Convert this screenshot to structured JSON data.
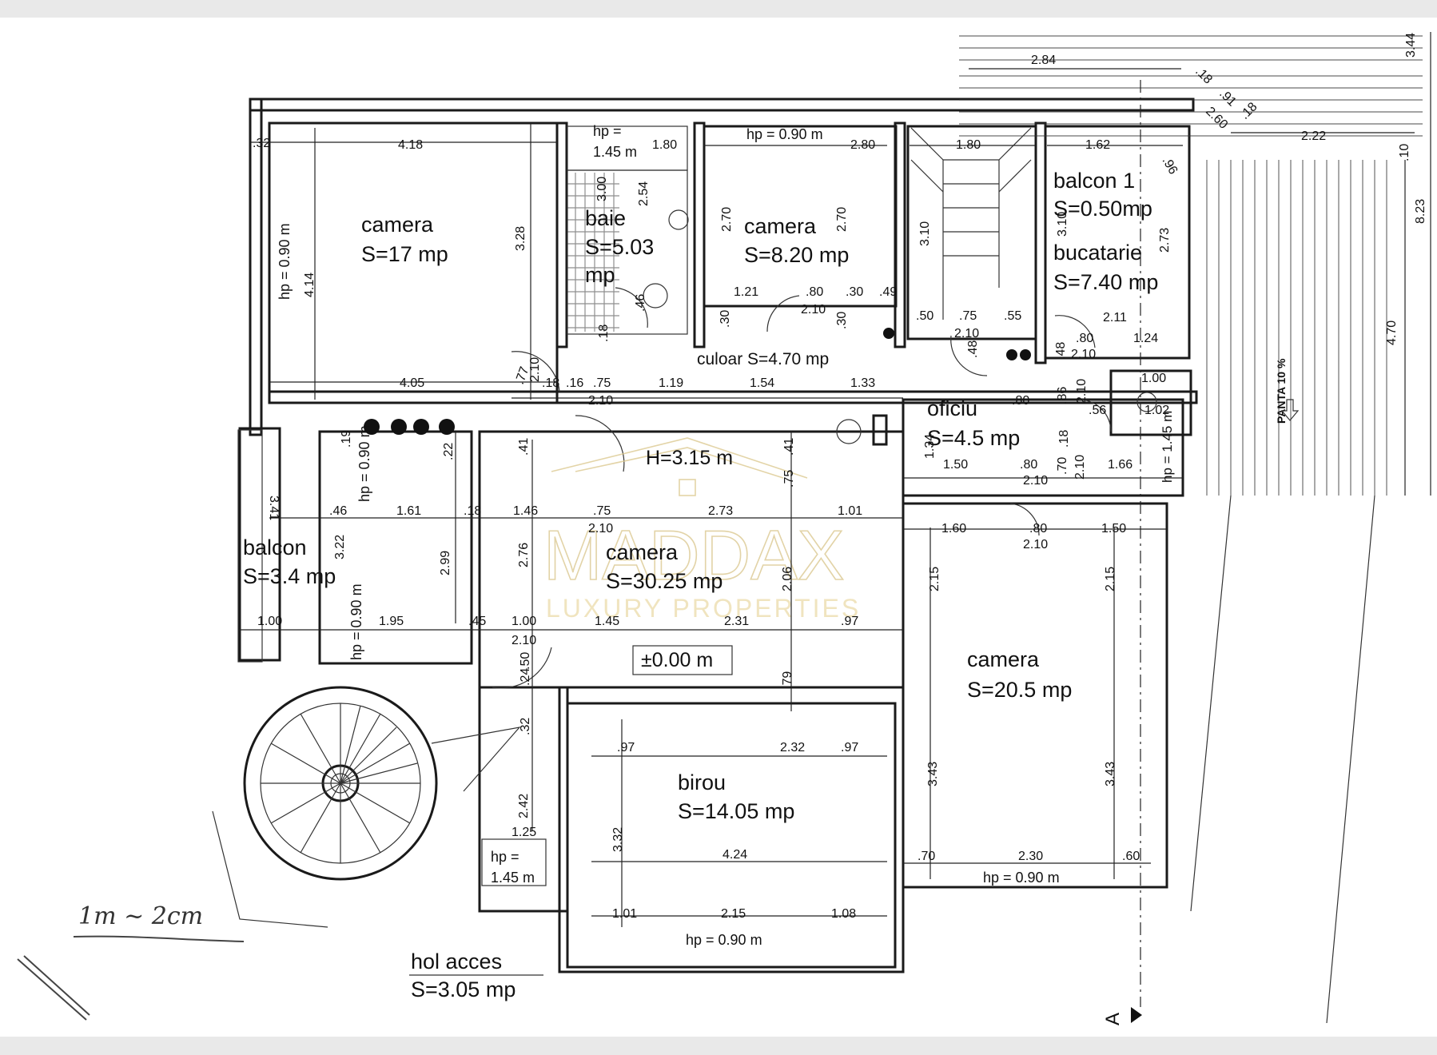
{
  "rooms": {
    "camera_1": {
      "name": "camera",
      "area": "S=17 mp"
    },
    "baie": {
      "name": "baie",
      "area": "S=5.03",
      "unit": "mp"
    },
    "camera_2": {
      "name": "camera",
      "area": "S=8.20 mp"
    },
    "balcon_1": {
      "name": "balcon 1",
      "area": "S=0.50mp"
    },
    "bucatarie": {
      "name": "bucatarie",
      "area": "S=7.40 mp"
    },
    "culoar": {
      "name": "culoar S=4.70 mp"
    },
    "oficiu": {
      "name": "oficiu",
      "area": "S=4.5 mp"
    },
    "balcon_2": {
      "name": "balcon",
      "area": "S=3.4 mp"
    },
    "camera_3": {
      "name": "camera",
      "area": "S=30.25 mp"
    },
    "camera_4": {
      "name": "camera",
      "area": "S=20.5 mp"
    },
    "birou": {
      "name": "birou",
      "area": "S=14.05 mp"
    },
    "hol_acces": {
      "name": "hol acces",
      "area": "S=3.05 mp"
    }
  },
  "heights": {
    "h_main": "H=3.15 m",
    "level": "±0.00 m",
    "hp_090": "hp = 0.90 m",
    "hp_145_a": "hp =",
    "hp_145_b": "1.45 m",
    "hp_v1": "hp = 0.90 m",
    "hp_v2": "hp = 0.90 m",
    "hp_v3": "hp = 0.90 m",
    "hp_bottom_right": "hp = 0.90 m",
    "hp_birou": "hp = 0.90 m",
    "hp_hol_a": "hp =",
    "hp_hol_b": "1.45 m",
    "hp_right": "hp = 1.45 m"
  },
  "slope": "PANTA 10 %",
  "scale_note": "1m ~ 2cm",
  "section_mark": "A",
  "watermark": {
    "brand": "MADDAX",
    "tagline": "LUXURY PROPERTIES"
  },
  "dimensions": {
    "d_284": "2.84",
    "d_344": "3.44",
    "d_18a": ".18",
    "d_91": ".91",
    "d_260": "2.60",
    "d_18b": ".18",
    "d_222": "2.22",
    "d_10": ".10",
    "d_823": "8.23",
    "d_470r": "4.70",
    "d_32": ".32",
    "d_418": "4.18",
    "d_180a": "1.80",
    "d_280": "2.80",
    "d_180b": "1.80",
    "d_162": "1.62",
    "d_96": ".96",
    "d_414": "4.14",
    "d_328": "3.28",
    "d_300": "3.00",
    "d_254": "2.54",
    "d_270a": "2.70",
    "d_270b": "2.70",
    "d_310a": "3.10",
    "d_310b": "3.10",
    "d_273": "2.73",
    "d_121": "1.21",
    "d_80a": ".80",
    "d_30a": ".30",
    "d_49": ".49",
    "d_210a": "2.10",
    "d_30b": ".30",
    "d_30c": ".30",
    "d_46a": ".46",
    "d_50": ".50",
    "d_75a": ".75",
    "d_55": ".55",
    "d_210b": "2.10",
    "d_80b": ".80",
    "d_211": "2.11",
    "d_124": "1.24",
    "d_18c": ".18",
    "d_48a": ".48",
    "d_48b": ".48",
    "d_210c": "2.10",
    "d_77": ".77",
    "d_210d": "2.10",
    "d_405": "4.05",
    "d_18d": ".18",
    "d_16": ".16",
    "d_75b": ".75",
    "d_119": "1.19",
    "d_154": "1.54",
    "d_133": "1.33",
    "d_210e": "2.10",
    "d_80c": ".80",
    "d_86": ".86",
    "d_100": "1.00",
    "d_56": ".56",
    "d_102": "1.02",
    "d_210f": "2.10",
    "d_19": ".19",
    "d_22": ".22",
    "d_41a": ".41",
    "d_41b": ".41",
    "d_134": "1.34",
    "d_18e": ".18",
    "d_341": "3.41",
    "d_150a": "1.50",
    "d_80d": ".80",
    "d_70": ".70",
    "d_210g": "2.10",
    "d_210h": "2.10",
    "d_166": "1.66",
    "d_75c": ".75",
    "d_46b": ".46",
    "d_161": "1.61",
    "d_18f": ".18",
    "d_146": "1.46",
    "d_75d": ".75",
    "d_273b": "2.73",
    "d_101": "1.01",
    "d_210i": "2.10",
    "d_160": "1.60",
    "d_80e": ".80",
    "d_150b": "1.50",
    "d_210j": "2.10",
    "d_322": "3.22",
    "d_299": "2.99",
    "d_276": "2.76",
    "d_206": "2.06",
    "d_215a": "2.15",
    "d_215b": "2.15",
    "d_100b": "1.00",
    "d_195": "1.95",
    "d_45": ".45",
    "d_100c": "1.00",
    "d_145": "1.45",
    "d_231": "2.31",
    "d_97a": ".97",
    "d_210k": "2.10",
    "d_24": ".24",
    "d_50b": ".50",
    "d_79": ".79",
    "d_32b": ".32",
    "d_97b": ".97",
    "d_232": "2.32",
    "d_97c": ".97",
    "d_343a": "3.43",
    "d_343b": "3.43",
    "d_242": "2.42",
    "d_125": "1.25",
    "d_332": "3.32",
    "d_424": "4.24",
    "d_70b": ".70",
    "d_230": "2.30",
    "d_60": ".60",
    "d_101b": "1.01",
    "d_215c": "2.15",
    "d_108": "1.08"
  }
}
